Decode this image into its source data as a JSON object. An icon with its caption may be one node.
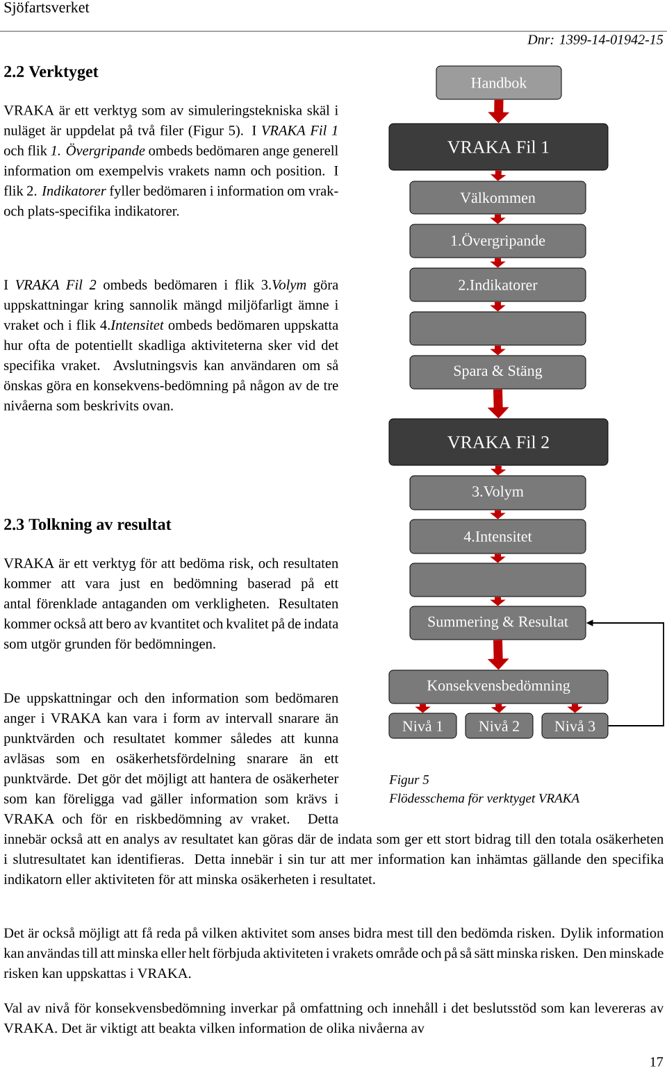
{
  "diagram": {
    "nodes": [
      {
        "text": [
          "Handbok"
        ]
      },
      {
        "text": [
          "VRAKA Fil 1"
        ]
      },
      {
        "text": [
          "Välkommen"
        ]
      },
      {
        "text": [
          "1.Övergripande"
        ]
      },
      {
        "text": [
          "2.Indikatorer"
        ]
      },
      {
        "text": [],
        "shape": "box"
      },
      {
        "text": [
          "Spara & Stäng"
        ]
      },
      {
        "text": [
          "VRAKA Fil 2"
        ]
      },
      {
        "text": [
          "3.Volym"
        ]
      },
      {
        "text": [
          "4.Intensitet"
        ]
      },
      {
        "text": [],
        "shape": "box"
      },
      {
        "text": [
          "Summering & Resultat"
        ]
      },
      {
        "text": [
          "Konsekvensbedömning"
        ]
      },
      {
        "text": [
          "Nivå 1"
        ]
      },
      {
        "text": [
          "Nivå 2"
        ]
      },
      {
        "text": [
          "Nivå 3"
        ]
      }
    ],
    "edges": [
      {
        "from": 0,
        "to": 1,
        "arrow": "to"
      },
      {
        "from": 1,
        "to": 2,
        "arrow": "to"
      },
      {
        "from": 2,
        "to": 3,
        "arrow": "to"
      },
      {
        "from": 3,
        "to": 4,
        "arrow": "to"
      },
      {
        "from": 4,
        "to": 5,
        "arrow": "to"
      },
      {
        "from": 5,
        "to": 6,
        "arrow": "to"
      },
      {
        "from": 6,
        "to": 7,
        "arrow": "to"
      },
      {
        "from": 7,
        "to": 8,
        "arrow": "to"
      },
      {
        "from": 8,
        "to": 9,
        "arrow": "to"
      },
      {
        "from": 9,
        "to": 10,
        "arrow": "to"
      },
      {
        "from": 10,
        "to": 11,
        "arrow": "to"
      },
      {
        "from": 11,
        "to": 12,
        "arrow": "to"
      },
      {
        "from": 12,
        "to": 13,
        "arrow": "to"
      },
      {
        "from": 12,
        "to": 14,
        "arrow": "to"
      },
      {
        "from": 12,
        "to": 15,
        "arrow": "to"
      },
      {
        "from": 15,
        "to": 11,
        "arrow": "to",
        "color": "#000000"
      }
    ],
    "labels": [
      "Sjöfartsverket",
      "Dnr: 1399-14-01942-15",
      "2.2 Verktyget",
      "VRAKA är ett verktyg som av simuleringstekniska skäl i nuläget är uppdelat på två filer (Figur 5). I *VRAKA Fil 1* och flik *1. Övergripande* ombeds bedömaren ange generell information om exempelvis vrakets namn och position. I flik 2. *Indikatorer* fyller bedömaren i information om vrak- och plats-specifika indikatorer.",
      "I *VRAKA Fil 2* ombeds bedömaren i flik 3.*Volym* göra uppskattningar kring sannolik mängd miljöfarligt ämne i vraket och i flik 4.*Intensitet* ombeds bedömaren uppskatta hur ofta de potentiellt skadliga aktiviteterna sker vid det specifika vraket. Avslutningsvis kan användaren om så önskas göra en konsekvens-bedömning på någon av de tre nivåerna som beskrivits ovan.",
      "2.3 Tolkning av resultat",
      "VRAKA är ett verktyg för att bedöma risk, och resultaten kommer att vara just en bedömning baserad på ett antal förenklade antaganden om verkligheten. Resultaten kommer också att bero av kvantitet och kvalitet på de indata som utgör grunden för bedömningen.",
      "De uppskattningar och den information som bedömaren anger i VRAKA kan vara i form av intervall snarare än punktvärden och resultatet kommer således att kunna avläsas som en osäkerhetsfördelning snarare än ett punktvärde. Det gör det möjligt att hantera de osäkerheter som kan föreligga vad gäller information som krävs i VRAKA och för en riskbedömning av vraket. Detta innebär också att en analys av resultatet kan göras där de indata som ger ett stort bidrag till den totala osäkerheten i slutresultatet kan identifieras. Detta innebär i sin tur att mer information kan inhämtas gällande den specifika indikatorn eller aktiviteten för att minska osäkerheten i resultatet.",
      "Figur 5",
      "Flödesschema för verktyget VRAKA",
      "Det är också möjligt att få reda på vilken aktivitet som anses bidra mest till den bedömda risken. Dylik information kan användas till att minska eller helt förbjuda aktiviteten i vrakets område och på så sätt minska risken. Den minskade risken kan uppskattas i VRAKA.",
      "Val av nivå för konsekvensbedömning inverkar på omfattning och innehåll i det beslutsstöd som kan levereras av VRAKA. Det är viktigt att beakta vilken information de olika nivåerna av",
      "17"
    ]
  }
}
